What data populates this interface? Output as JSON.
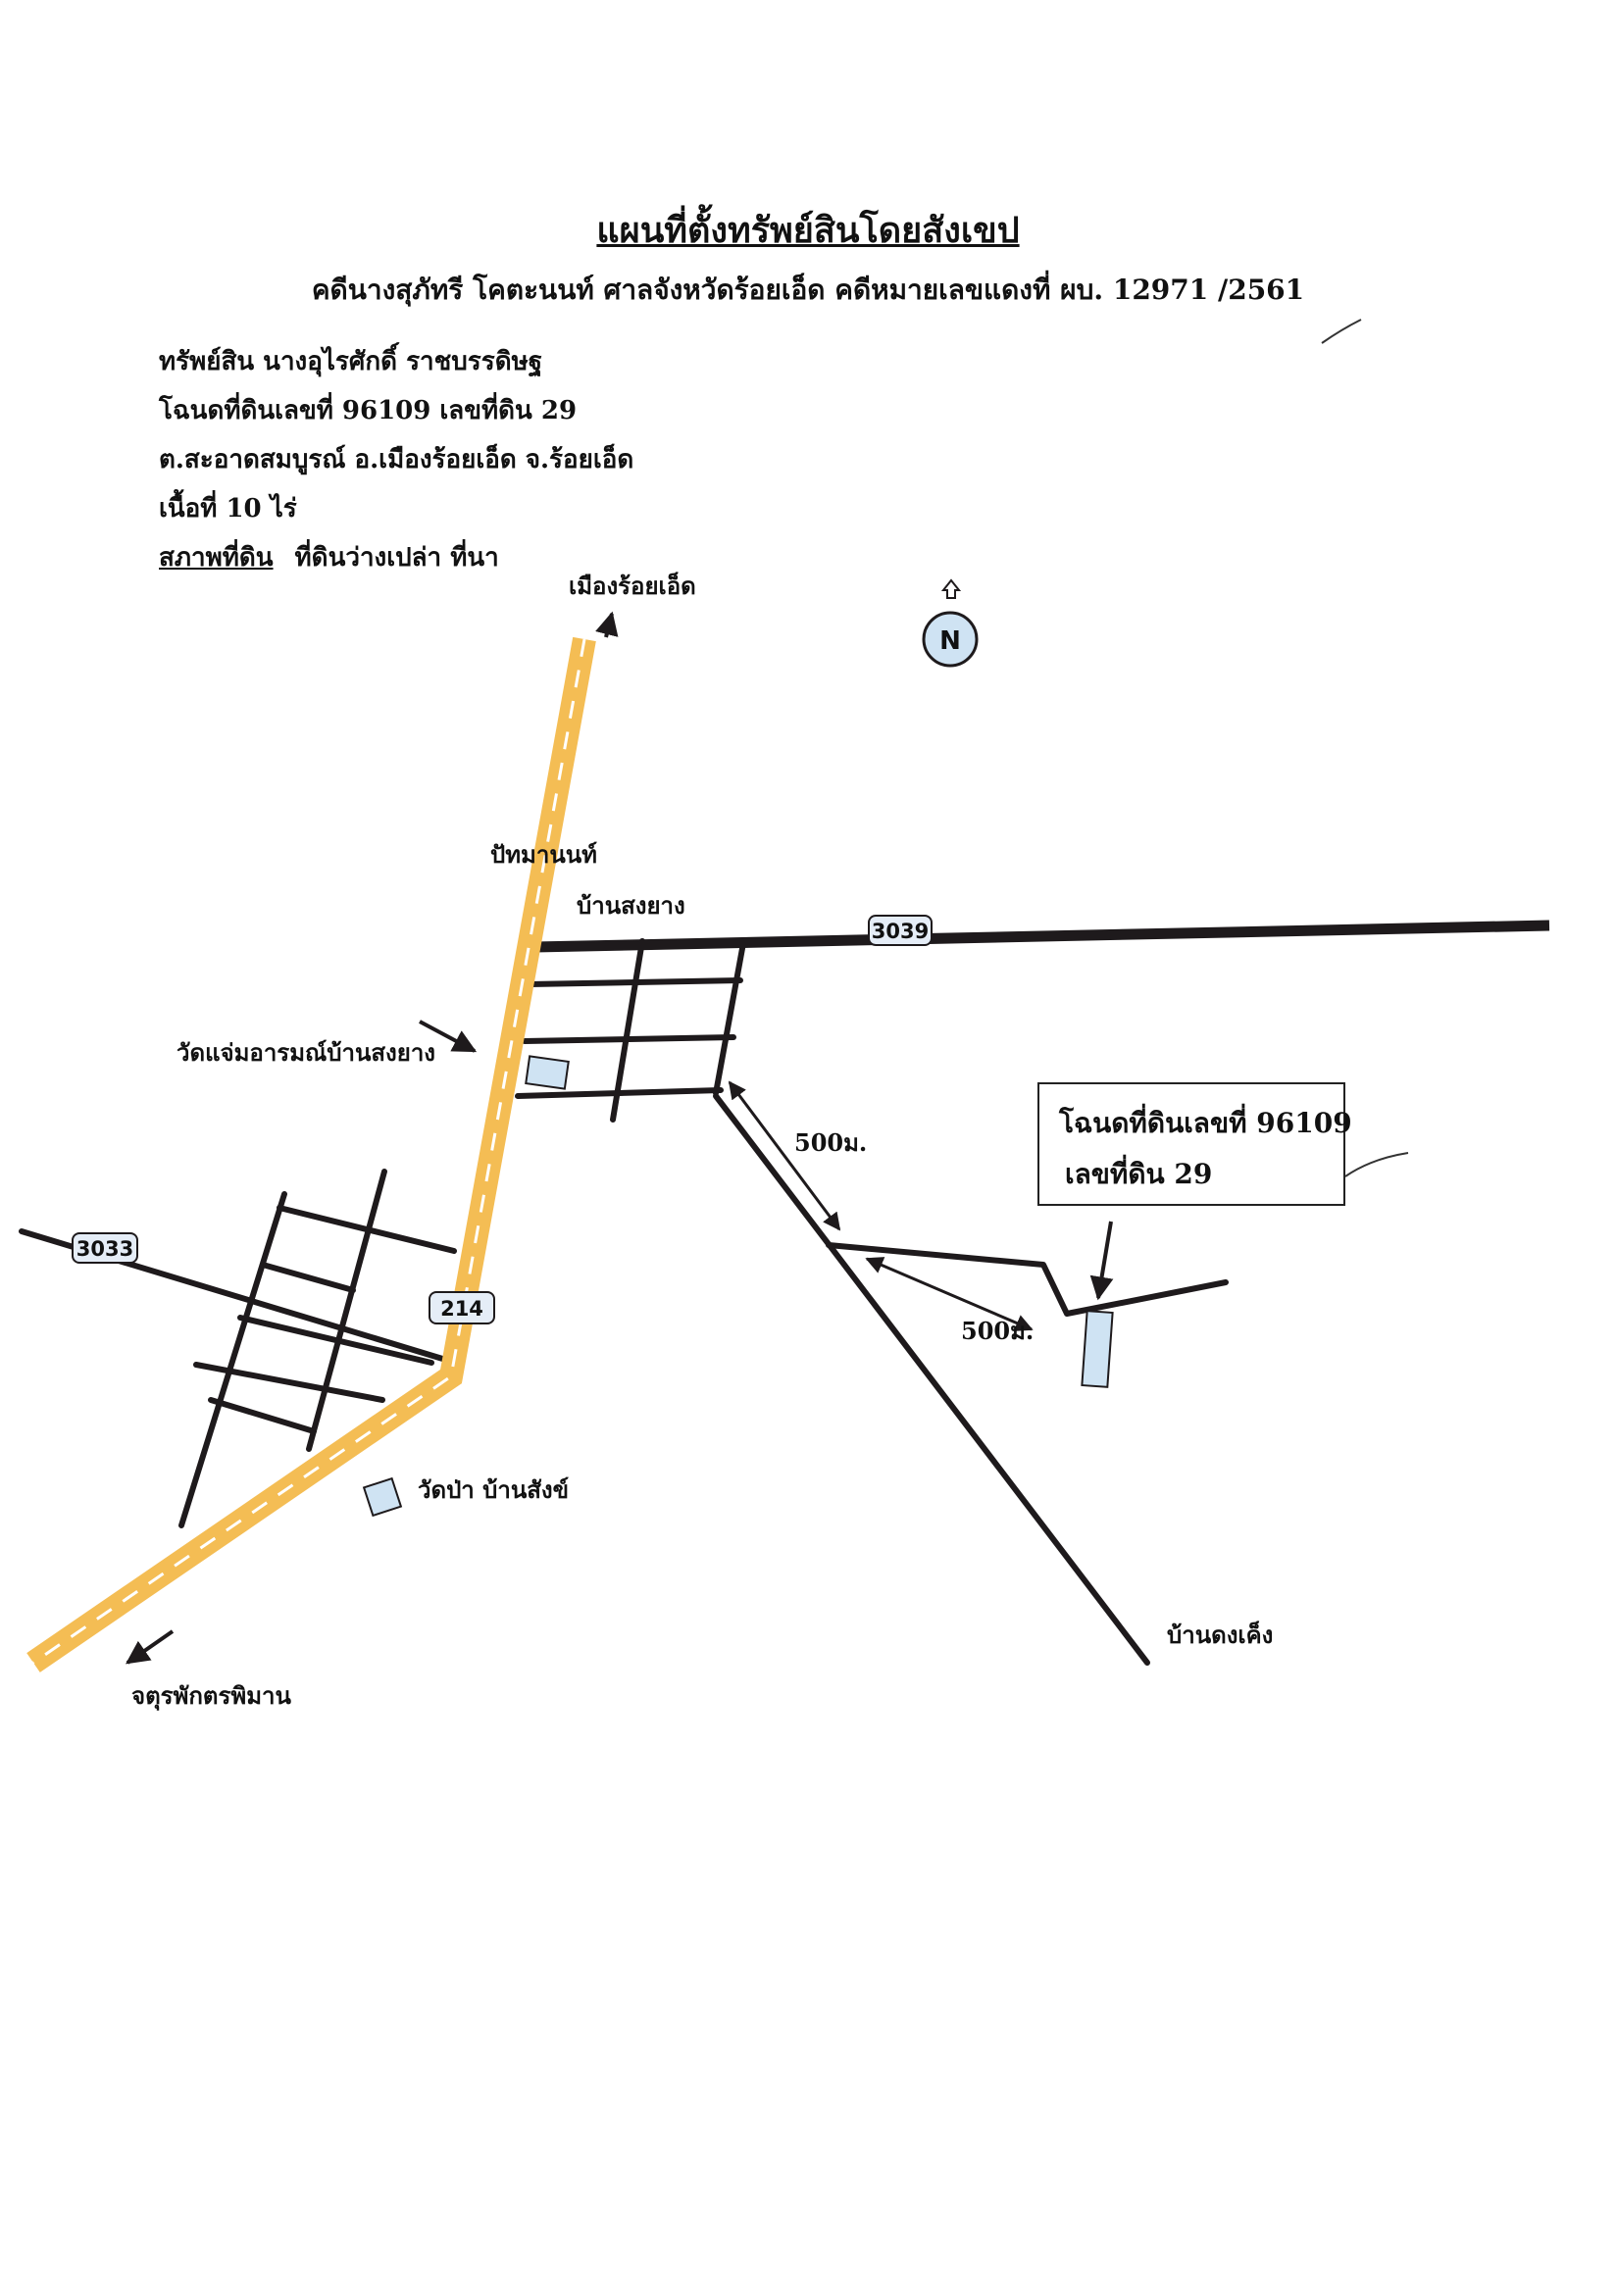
{
  "header": {
    "title": "แผนที่ตั้งทรัพย์สินโดยสังเขป",
    "subtitle": "คดีนางสุภัทรี โคตะนนท์ ศาลจังหวัดร้อยเอ็ด คดีหมายเลขแดงที่  ผบ. 12971 /2561"
  },
  "property": {
    "owner": "ทรัพย์สิน นางอุไรศักดิ์  ราชบรรดิษฐ",
    "deed": "โฉนดที่ดินเลขที่ 96109  เลขที่ดิน 29",
    "location": "ต.สะอาดสมบูรณ์   อ.เมืองร้อยเอ็ด จ.ร้อยเอ็ด",
    "area": "เนื้อที่  10 ไร่",
    "condition_label": "สภาพที่ดิน",
    "condition_value": "ที่ดินว่างเปล่า ที่นา"
  },
  "map": {
    "north": "N",
    "places": {
      "roi_et": "เมืองร้อยเอ็ด",
      "pattamanon": "ปัทมานนท์",
      "ban_song_yang": "บ้านสงยาง",
      "wat_chaem": "วัดแจ่มอารมณ์บ้านสงยาง",
      "wat_pa": "วัดป่า บ้านสังข์",
      "chaturaphak": "จตุรพักตรพิมาน",
      "ban_dong_keng": "บ้านดงเค็ง"
    },
    "distances": [
      "500ม.",
      "500ม."
    ],
    "routes": [
      "3039",
      "3033",
      "214"
    ],
    "callout": {
      "line1": "โฉนดที่ดินเลขที่ 96109",
      "line2": "เลขที่ดิน 29"
    },
    "colors": {
      "highway": "#f4bd54",
      "road": "#1e1a1c",
      "building": "#cfe3f3"
    }
  }
}
